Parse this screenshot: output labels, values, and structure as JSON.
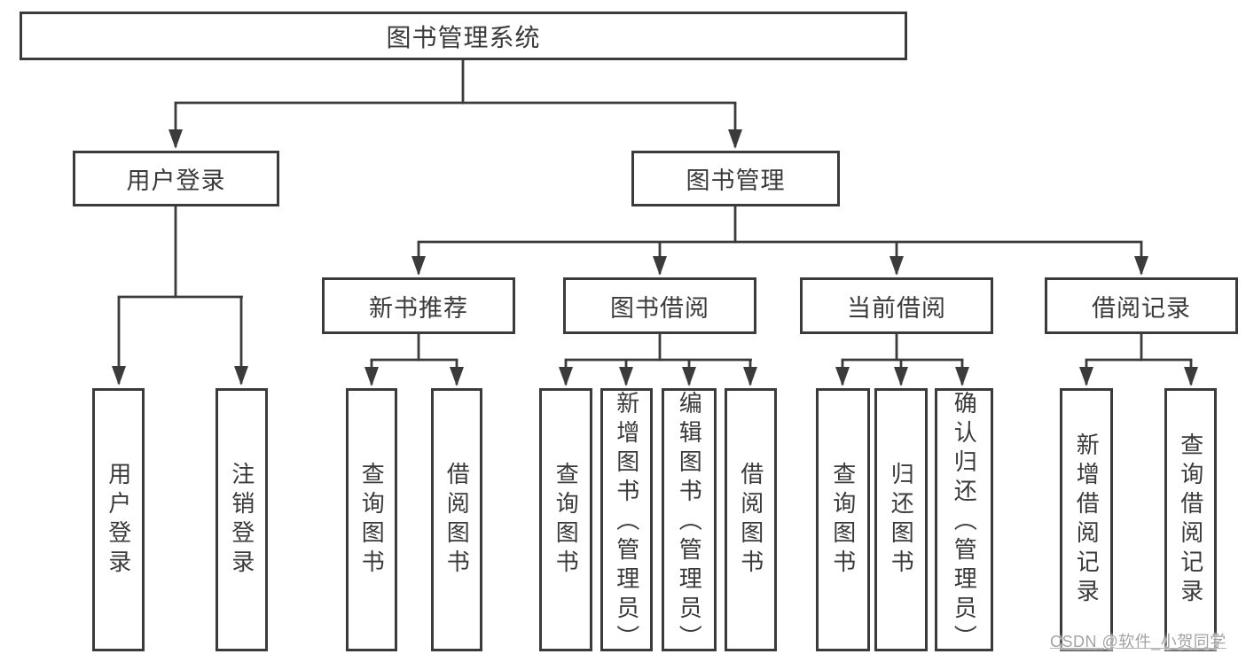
{
  "diagram_title": "图书管理系统",
  "tree": {
    "label": "图书管理系统",
    "children": [
      {
        "label": "用户登录",
        "children": [
          {
            "label": "用户登录"
          },
          {
            "label": "注销登录"
          }
        ]
      },
      {
        "label": "图书管理",
        "children": [
          {
            "label": "新书推荐",
            "children": [
              {
                "label": "查询图书"
              },
              {
                "label": "借阅图书"
              }
            ]
          },
          {
            "label": "图书借阅",
            "children": [
              {
                "label": "查询图书"
              },
              {
                "label": "新增图书（管理员）"
              },
              {
                "label": "编辑图书（管理员）"
              },
              {
                "label": "借阅图书"
              }
            ]
          },
          {
            "label": "当前借阅",
            "children": [
              {
                "label": "查询图书"
              },
              {
                "label": "归还图书"
              },
              {
                "label": "确认归还（管理员）"
              }
            ]
          },
          {
            "label": "借阅记录",
            "children": [
              {
                "label": "新增借阅记录"
              },
              {
                "label": "查询借阅记录"
              }
            ]
          }
        ]
      }
    ]
  },
  "watermark": {
    "text": "CSDN @软件_小贺同学"
  },
  "colors": {
    "line": "#3b3b3b",
    "text": "#3a3a3a",
    "box_background": "#ffffff",
    "watermark_text": "#a3a3a3",
    "background": "#ffffff"
  }
}
